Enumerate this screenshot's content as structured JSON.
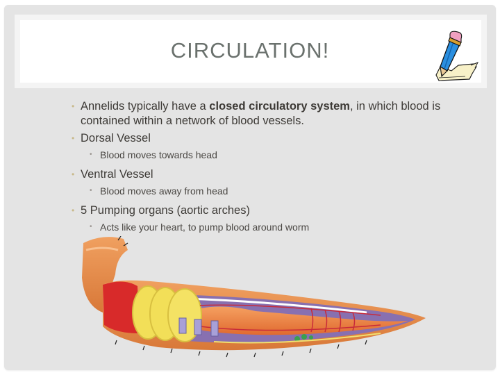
{
  "slide": {
    "title": "CIRCULATION!",
    "title_icon": "pencil-writing-icon",
    "bullets": [
      {
        "level": 1,
        "parts": [
          {
            "text": "Annelids typically have a ",
            "bold": false
          },
          {
            "text": "closed circulatory system",
            "bold": true
          },
          {
            "text": ", in which blood is contained within a network of blood vessels.",
            "bold": false
          }
        ]
      },
      {
        "level": 1,
        "text": "Dorsal Vessel"
      },
      {
        "level": 2,
        "text": "Blood moves towards head"
      },
      {
        "level": 1,
        "text": "Ventral Vessel"
      },
      {
        "level": 2,
        "text": "Blood moves away from head"
      },
      {
        "level": 1,
        "text": "5 Pumping organs (aortic arches)"
      },
      {
        "level": 2,
        "text": "Acts like your heart, to pump blood around worm"
      }
    ],
    "illustration": "earthworm-circulatory-system-diagram",
    "colors": {
      "background": "#e4e4e4",
      "title_text": "#6a716d",
      "body_text": "#3d3a36",
      "bullet_accent": "#c8b98a"
    }
  }
}
